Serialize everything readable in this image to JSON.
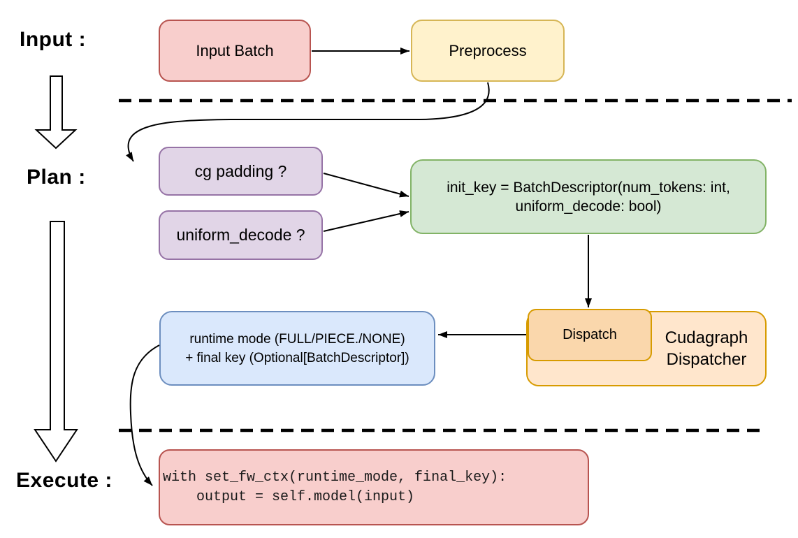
{
  "palette": {
    "red_fill": "#f8cecc",
    "red_border": "#b85450",
    "yellow_fill": "#fff2cc",
    "yellow_border": "#d6b656",
    "purple_fill": "#e1d5e7",
    "purple_border": "#9673a6",
    "green_fill": "#d5e8d4",
    "green_border": "#82b366",
    "orange_fill": "#ffe6cc",
    "orange_inner_fill": "#fad7ac",
    "orange_border": "#d79b00",
    "blue_fill": "#dae8fc",
    "blue_border": "#6c8ebf",
    "line_color": "#000000"
  },
  "stage_labels": {
    "input": "Input :",
    "plan": "Plan :",
    "execute": "Execute :"
  },
  "nodes": {
    "input_batch": {
      "label": "Input Batch"
    },
    "preprocess": {
      "label": "Preprocess"
    },
    "cg_padding": {
      "label": "cg padding ?"
    },
    "uniform_decode": {
      "label": "uniform_decode ?"
    },
    "init_key": {
      "line1": "init_key = BatchDescriptor(num_tokens: int,",
      "line2": "uniform_decode: bool)"
    },
    "dispatch": {
      "label": "Dispatch"
    },
    "cudagraph_dispatcher": {
      "line1": "Cudagraph",
      "line2": "Dispatcher"
    },
    "runtime_mode": {
      "line1": "runtime mode (FULL/PIECE./NONE)",
      "line2": "+ final key (Optional[BatchDescriptor])"
    },
    "execute_code": {
      "line1": "with set_fw_ctx(runtime_mode, final_key):",
      "line2": "    output = self.model(input)"
    }
  }
}
